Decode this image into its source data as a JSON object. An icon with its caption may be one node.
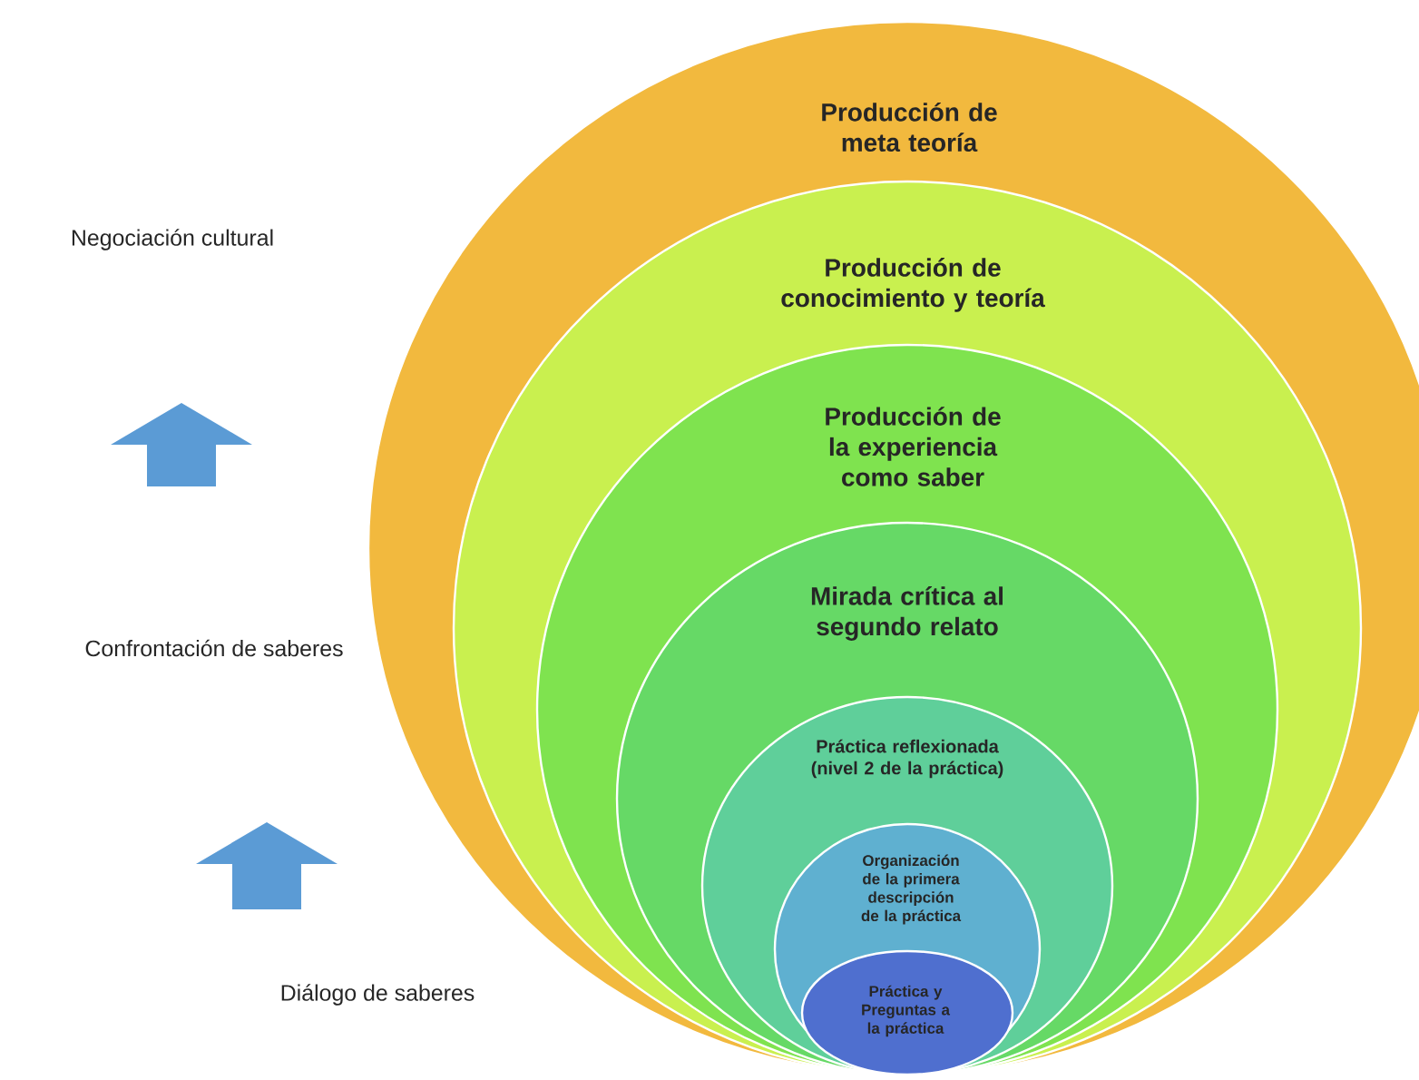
{
  "diagram": {
    "nodes": [
      {
        "text": [
          "Producción de meta teoría"
        ]
      },
      {
        "text": [
          "Producción de conocimiento y teoría"
        ],
        "in": 0
      },
      {
        "text": [
          "Producción de la experiencia como saber"
        ],
        "in": 1
      },
      {
        "text": [
          "Mirada crítica al segundo relato"
        ],
        "in": 2
      },
      {
        "text": [
          "Práctica reflexionada (nivel 2 de la práctica)"
        ],
        "in": 3
      },
      {
        "text": [
          "Organización de la primera descripción de la práctica"
        ],
        "in": 4
      },
      {
        "text": [
          "Práctica y Preguntas a la práctica"
        ],
        "in": 5
      }
    ],
    "labels": [
      "Negociación cultural",
      "Confrontación de saberes",
      "Diálogo de saberes"
    ]
  }
}
